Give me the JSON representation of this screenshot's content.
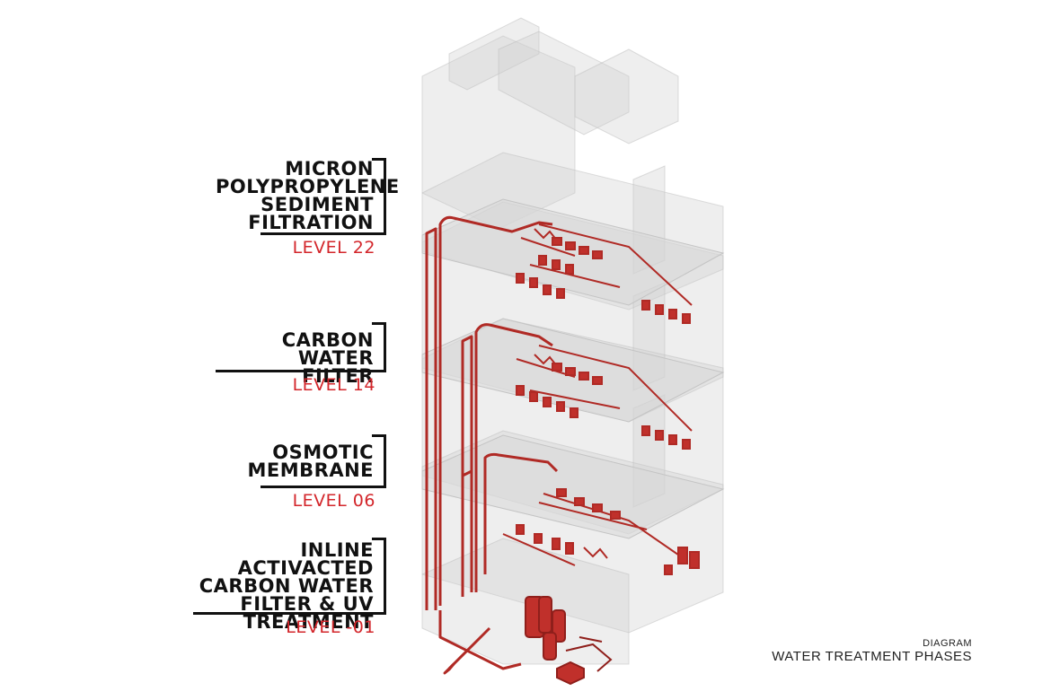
{
  "labels": [
    {
      "title": "MICRON\nPOLYPROPYLENE\nSEDIMENT\nFILTRATION",
      "level": "LEVEL 22"
    },
    {
      "title": "CARBON WATER\nFILTER",
      "level": "LEVEL 14"
    },
    {
      "title": "OSMOTIC\nMEMBRANE",
      "level": "LEVEL 06"
    },
    {
      "title": "INLINE ACTIVACTED\nCARBON WATER\nFILTER & UV\nTREATMENT",
      "level": "LEVEL -01"
    }
  ],
  "caption": {
    "subtitle": "DIAGRAM",
    "title": "WATER TREATMENT PHASES"
  },
  "colors": {
    "accent": "#d3262b",
    "pipe": "#b02a25",
    "building": "#cfcfcf",
    "text": "#111111"
  }
}
